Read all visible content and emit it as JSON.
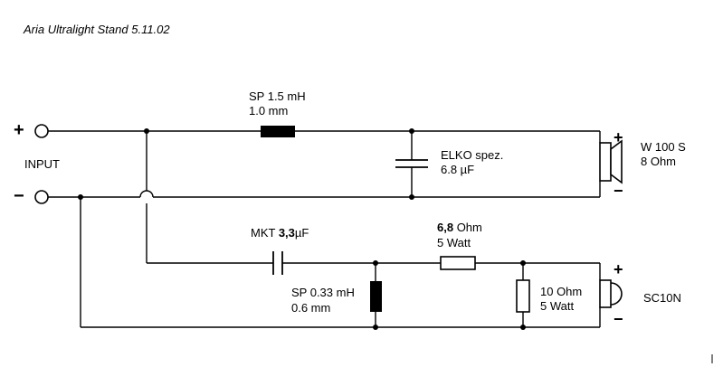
{
  "title": "Aria Ultralight Stand 5.11.02",
  "input": {
    "plus": "+",
    "minus": "−",
    "label": "INPUT"
  },
  "components": {
    "coil_woofer": {
      "line1": "SP 1.5 mH",
      "line2": "1.0 mm"
    },
    "cap_woofer": {
      "line1": "ELKO spez.",
      "line2": "6.8 µF"
    },
    "woofer": {
      "line1": "W 100 S",
      "line2": "8 Ohm",
      "plus": "+",
      "minus": "−"
    },
    "cap_tweeter": {
      "prefix": "MKT ",
      "value": "3,3",
      "unit": "µF"
    },
    "res_series": {
      "value": "6,8",
      "unit": " Ohm",
      "line2": "5 Watt"
    },
    "coil_tweeter": {
      "line1": "SP 0.33 mH",
      "line2": "0.6 mm"
    },
    "res_parallel": {
      "line1": "10 Ohm",
      "line2": "5 Watt"
    },
    "tweeter": {
      "line1": "SC10N",
      "plus": "+",
      "minus": "−"
    }
  },
  "colors": {
    "line": "#000000",
    "background": "#ffffff"
  }
}
